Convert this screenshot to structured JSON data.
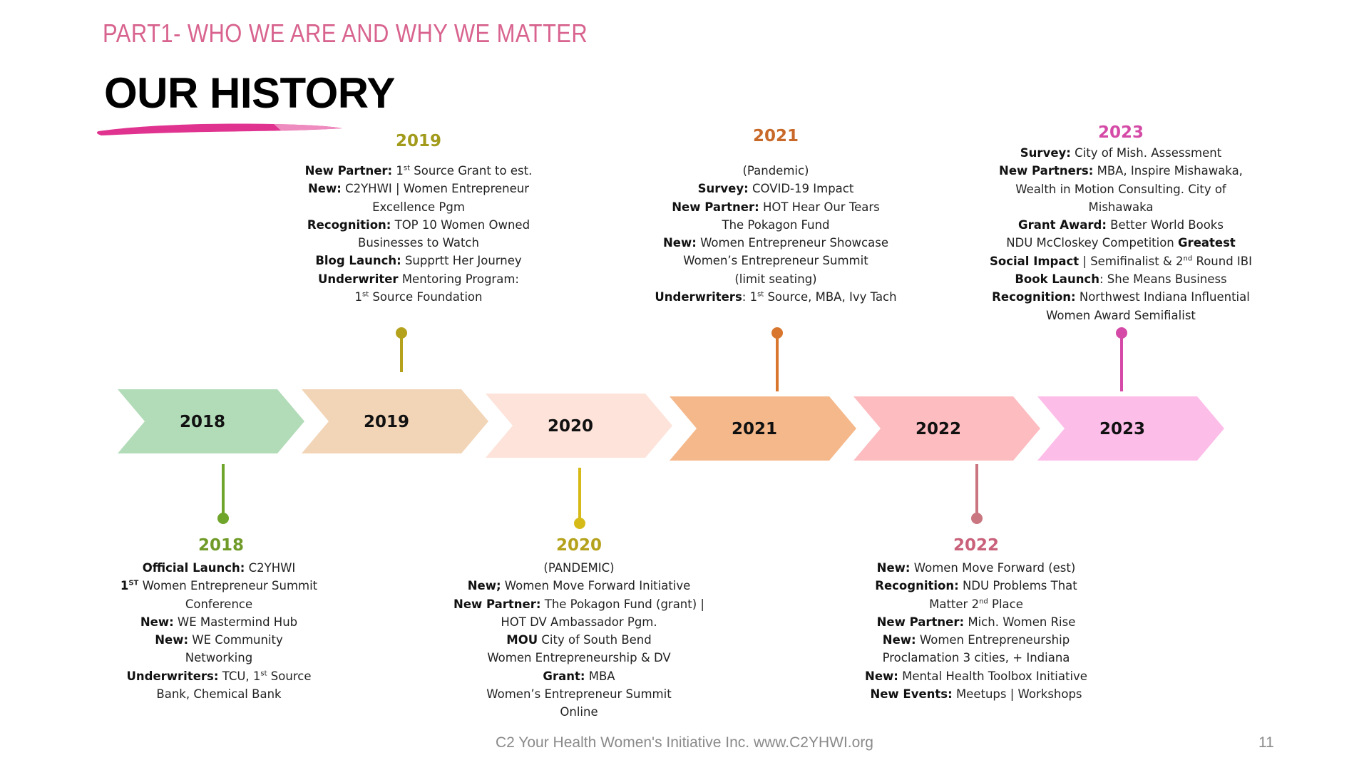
{
  "header": {
    "section_label": "PART1- WHO WE ARE AND WHY WE MATTER",
    "title": "OUR HISTORY"
  },
  "colors": {
    "accent_pink": "#e0338f",
    "label_pink": "#d8638e",
    "green": "#6fa52a",
    "olive": "#b5a21c",
    "orange": "#d9762e",
    "rose": "#c97680",
    "magenta": "#d44aa6"
  },
  "timeline": [
    {
      "label": "2018",
      "fill": "#b2dbb8"
    },
    {
      "label": "2019",
      "fill": "#f2d4b6"
    },
    {
      "label": "2020",
      "fill": "#fde3da"
    },
    {
      "label": "2021",
      "fill": "#f5b88a"
    },
    {
      "label": "2022",
      "fill": "#fdbcc0"
    },
    {
      "label": "2023",
      "fill": "#fdbde9"
    }
  ],
  "entries": {
    "y2018": {
      "year": "2018",
      "l1_b": "Official Launch:",
      "l1_t": " C2YHWI",
      "l2_a": "1",
      "l2_sup": "ST",
      "l2_t": " Women Entrepreneur Summit",
      "l3": "Conference",
      "l4_b": "New:",
      "l4_t": " WE Mastermind Hub",
      "l5_b": "New:",
      "l5_t": " WE Community",
      "l6": "Networking",
      "l7_b": "Underwriters:",
      "l7_t": " TCU, 1",
      "l7_sup": "st",
      "l7_t2": " Source",
      "l8": "Bank, Chemical Bank"
    },
    "y2019": {
      "year": "2019",
      "l1_b": "New Partner:",
      "l1_t": " 1",
      "l1_sup": "st",
      "l1_t2": " Source Grant to est.",
      "l2_b": "New:",
      "l2_t": " C2YHWI | Women Entrepreneur",
      "l3": "Excellence Pgm",
      "l4_b": "Recognition:",
      "l4_t": " TOP 10 Women Owned",
      "l5": "Businesses to Watch",
      "l6_b": "Blog Launch:",
      "l6_t": " Supprtt Her Journey",
      "l7_b": "Underwriter",
      "l7_t": " Mentoring Program:",
      "l8_a": "1",
      "l8_sup": "st",
      "l8_t": " Source Foundation"
    },
    "y2020": {
      "year": "2020",
      "l1": "(PANDEMIC)",
      "l2_b": "New;",
      "l2_t": " Women Move Forward Initiative",
      "l3_b": "New Partner:",
      "l3_t": " The Pokagon Fund (grant) |",
      "l4": "HOT DV Ambassador Pgm.",
      "l5_b": "MOU",
      "l5_t": " City of South Bend",
      "l6": "Women Entrepreneurship & DV",
      "l7_b": "Grant:",
      "l7_t": " MBA",
      "l8": "Women’s Entrepreneur Summit",
      "l9": "Online"
    },
    "y2021": {
      "year": "2021",
      "l1": "(Pandemic)",
      "l2_b": "Survey:",
      "l2_t": " COVID-19 Impact",
      "l3_b": "New Partner:",
      "l3_t": " HOT Hear Our Tears",
      "l4": "The Pokagon Fund",
      "l5_b": "New:",
      "l5_t": " Women Entrepreneur Showcase",
      "l6": "Women’s Entrepreneur Summit",
      "l7": "(limit seating)",
      "l8_b": "Underwriters",
      "l8_t": ": 1",
      "l8_sup": "st",
      "l8_t2": " Source, MBA, Ivy Tach"
    },
    "y2022": {
      "year": "2022",
      "l1_b": "New:",
      "l1_t": " Women Move Forward (est)",
      "l2_b": "Recognition:",
      "l2_t": " NDU Problems That",
      "l3_a": "Matter 2",
      "l3_sup": "nd",
      "l3_t": " Place",
      "l4_b": "New Partner:",
      "l4_t": " Mich. Women Rise",
      "l5_b": "New:",
      "l5_t": " Women Entrepreneurship",
      "l6": "Proclamation 3 cities, + Indiana",
      "l7_b": "New:",
      "l7_t": " Mental Health Toolbox Initiative",
      "l8_b": "New Events:",
      "l8_t": " Meetups | Workshops"
    },
    "y2023": {
      "year": "2023",
      "l1_b": "Survey:",
      "l1_t": " City of Mish. Assessment",
      "l2_b": "New Partners:",
      "l2_t": " MBA, Inspire Mishawaka,",
      "l3": "Wealth in Motion Consulting. City of",
      "l4": "Mishawaka",
      "l5_b": "Grant Award:",
      "l5_t": " Better World Books",
      "l6_t": "NDU McCloskey Competition ",
      "l6_b": "Greatest",
      "l7_b": "Social Impact",
      "l7_t": " | Semifinalist & 2",
      "l7_sup": "nd",
      "l7_t2": " Round IBI",
      "l8_b": "Book Launch",
      "l8_t": ": She Means Business",
      "l9_b": "Recognition:",
      "l9_t": " Northwest Indiana Influential",
      "l10": "Women Award Semifialist"
    }
  },
  "footer": {
    "text": "C2 Your Health Women's Initiative Inc. www.C2YHWI.org",
    "page_number": "11"
  }
}
